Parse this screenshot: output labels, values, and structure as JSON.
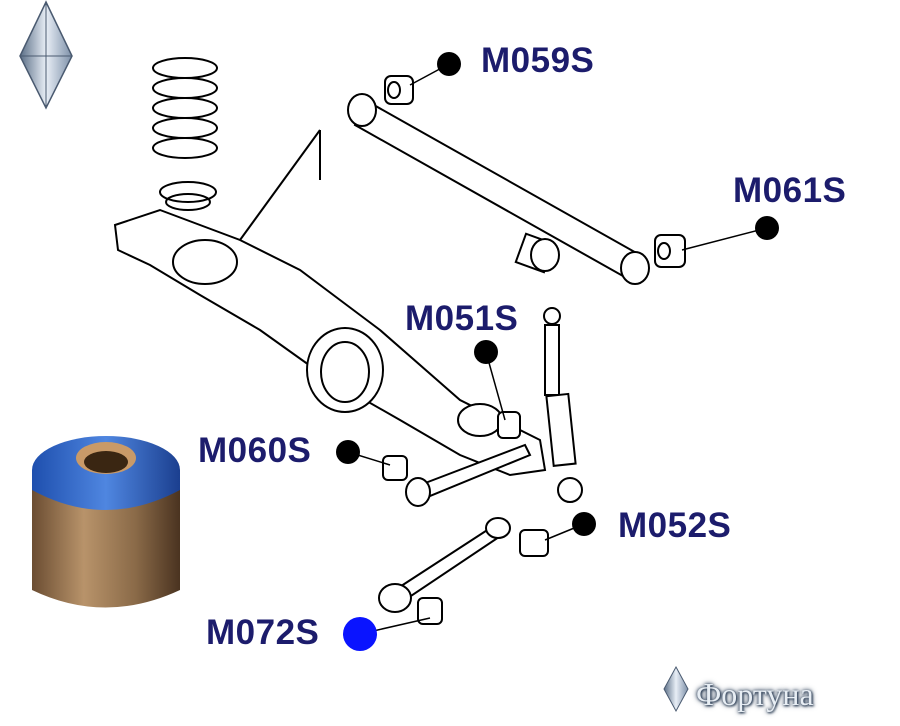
{
  "title": "Rear suspension bushings diagram",
  "parts": [
    {
      "code": "M059S",
      "marker_color": "#000000"
    },
    {
      "code": "M061S",
      "marker_color": "#000000"
    },
    {
      "code": "M051S",
      "marker_color": "#000000"
    },
    {
      "code": "M060S",
      "marker_color": "#000000"
    },
    {
      "code": "M052S",
      "marker_color": "#000000"
    },
    {
      "code": "M072S",
      "marker_color": "#0a14ff"
    }
  ],
  "brand": {
    "name": "Фортуна"
  },
  "colors": {
    "label": "#1c1c6c",
    "bushing_blue": "#2f62c8",
    "bushing_metal": "#8a6a48"
  }
}
